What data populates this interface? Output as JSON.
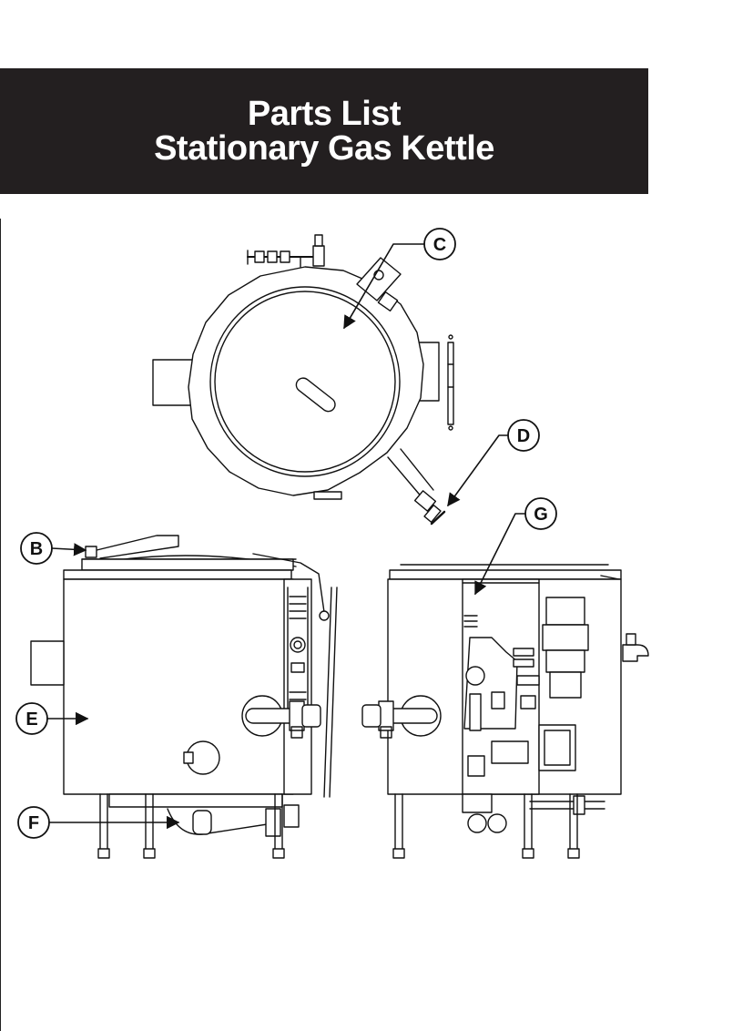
{
  "header": {
    "title_line1": "Parts List",
    "title_line2": "Stationary Gas Kettle"
  },
  "callouts": {
    "b": "B",
    "c": "C",
    "d": "D",
    "e": "E",
    "f": "F",
    "g": "G"
  },
  "colors": {
    "banner": "#231f20",
    "banner_text": "#ffffff",
    "line": "#111111"
  }
}
